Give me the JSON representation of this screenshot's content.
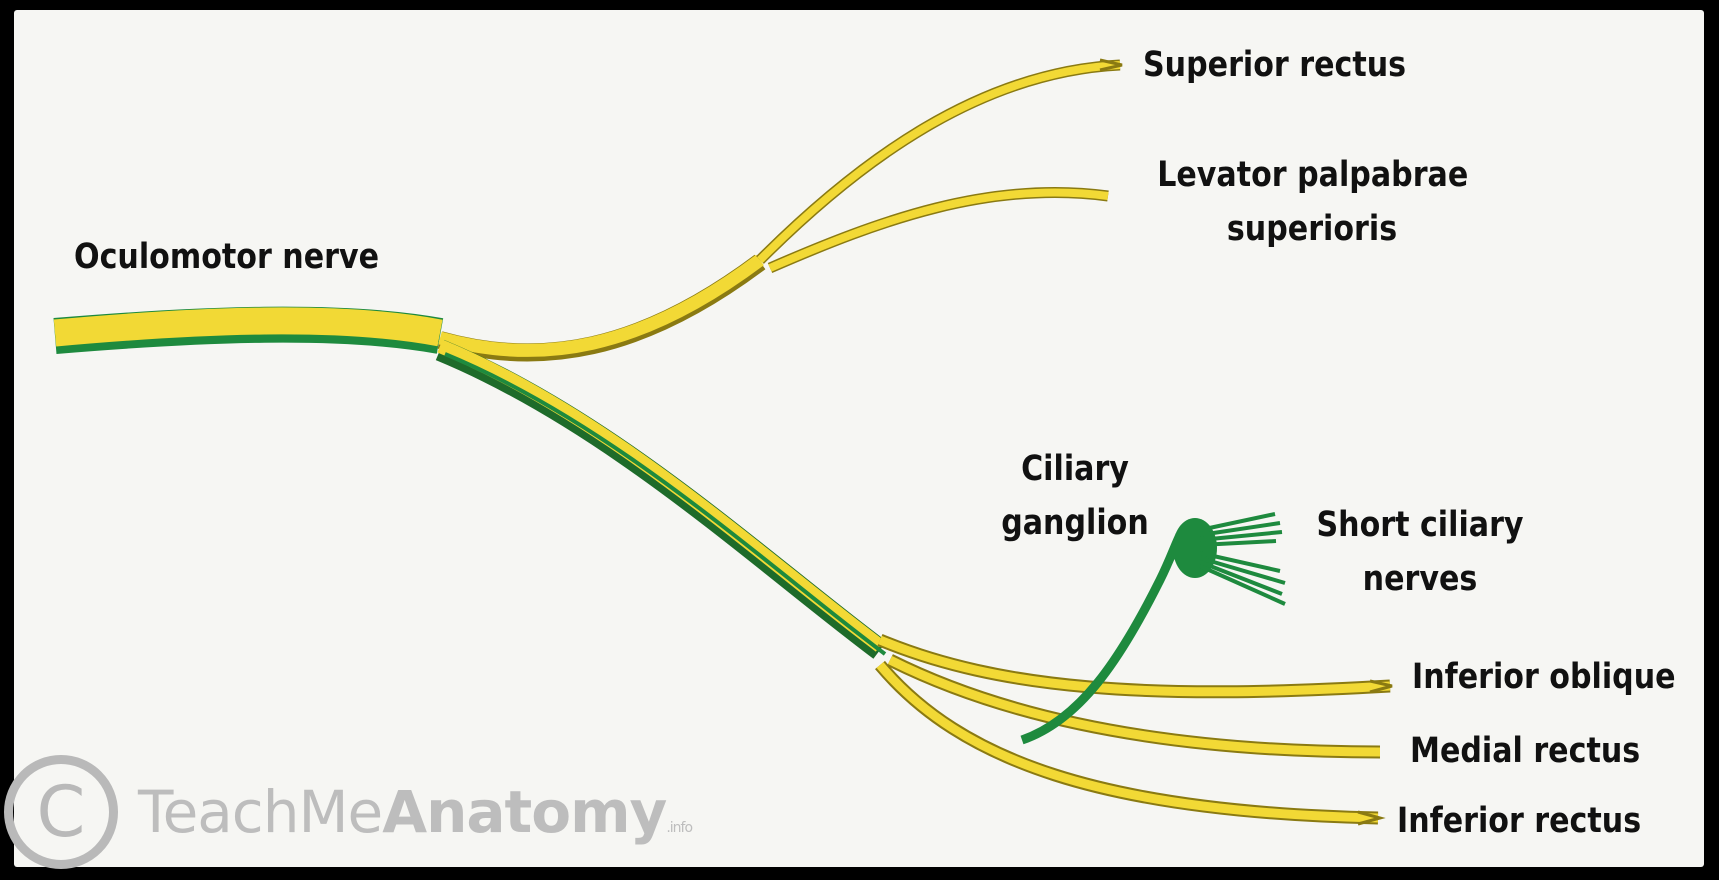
{
  "labels": {
    "oculomotor": "Oculomotor nerve",
    "superior_rectus": "Superior rectus",
    "levator_1": "Levator palpabrae",
    "levator_2": "superioris",
    "ciliary_1": "Ciliary",
    "ciliary_2": "ganglion",
    "short_ciliary_1": "Short ciliary",
    "short_ciliary_2": "nerves",
    "inferior_oblique": "Inferior oblique",
    "medial_rectus": "Medial rectus",
    "inferior_rectus": "Inferior rectus"
  },
  "watermark": {
    "symbol": "C",
    "brand_light": "TeachMe",
    "brand_bold": "Anatomy",
    "brand_tld": ".info"
  },
  "colors": {
    "nerve_yellow": "#f2d935",
    "nerve_green": "#1e8a3e",
    "background": "#f6f6f3",
    "frame": "#000000"
  }
}
